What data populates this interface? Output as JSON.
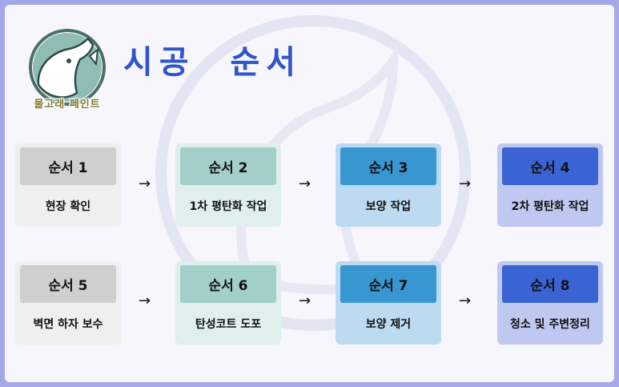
{
  "brand": {
    "name": "물고래 페인트"
  },
  "title": "시공  순서",
  "colors": {
    "background": "#a3a8e8",
    "title": "#2f55c8",
    "gray_head": "#cfcfcf",
    "teal_head": "#a3cfcb",
    "blue_head": "#3897d0",
    "navy_head": "#3a63d3"
  },
  "arrow": "→",
  "steps": [
    {
      "label": "순서 1",
      "text": "현장 확인"
    },
    {
      "label": "순서 2",
      "text": "1차 평탄화 작업"
    },
    {
      "label": "순서 3",
      "text": "보양 작업"
    },
    {
      "label": "순서 4",
      "text": "2차 평탄화 작업"
    },
    {
      "label": "순서 5",
      "text": "벽면 하자 보수"
    },
    {
      "label": "순서 6",
      "text": "탄성코트 도포"
    },
    {
      "label": "순서 7",
      "text": "보양 제거"
    },
    {
      "label": "순서 8",
      "text": "청소 및 주변정리"
    }
  ]
}
